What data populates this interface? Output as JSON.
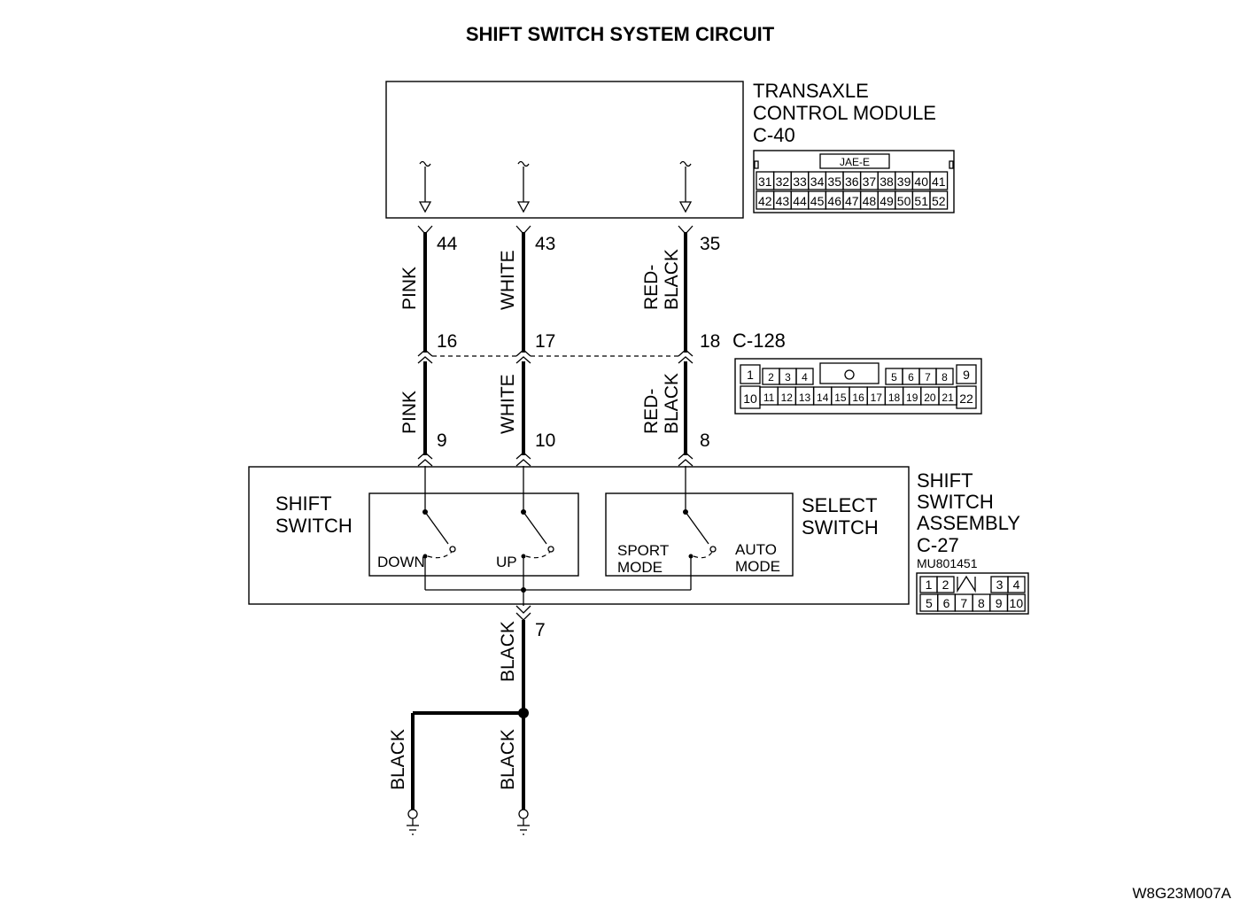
{
  "title": "SHIFT SWITCH SYSTEM CIRCUIT",
  "drawing_code": "W8G23M007A",
  "tcm": {
    "name_line1": "TRANSAXLE",
    "name_line2": "CONTROL MODULE",
    "connector": "C-40",
    "connector_type": "JAE-E",
    "pins_row1": [
      "31",
      "32",
      "33",
      "34",
      "35",
      "36",
      "37",
      "38",
      "39",
      "40",
      "41"
    ],
    "pins_row2": [
      "42",
      "43",
      "44",
      "45",
      "46",
      "47",
      "48",
      "49",
      "50",
      "51",
      "52"
    ]
  },
  "intermediate": {
    "connector": "C-128",
    "pins_row1": [
      "1",
      "2",
      "3",
      "4",
      "5",
      "6",
      "7",
      "8",
      "9"
    ],
    "pins_row2": [
      "10",
      "11",
      "12",
      "13",
      "14",
      "15",
      "16",
      "17",
      "18",
      "19",
      "20",
      "21",
      "22"
    ]
  },
  "wires": [
    {
      "color": "PINK",
      "tcm_pin": "44",
      "mid_pin_upper": "16",
      "mid_pin_lower": "9"
    },
    {
      "color": "WHITE",
      "tcm_pin": "43",
      "mid_pin_upper": "17",
      "mid_pin_lower": "10"
    },
    {
      "color_line1": "RED-",
      "color_line2": "BLACK",
      "tcm_pin": "35",
      "mid_pin_upper": "18",
      "mid_pin_lower": "8"
    }
  ],
  "assembly": {
    "name_line1": "SHIFT",
    "name_line2": "SWITCH",
    "name_line3": "ASSEMBLY",
    "connector": "C-27",
    "part_number": "MU801451",
    "shift_switch_line1": "SHIFT",
    "shift_switch_line2": "SWITCH",
    "select_switch_line1": "SELECT",
    "select_switch_line2": "SWITCH",
    "down": "DOWN",
    "up": "UP",
    "sport_line1": "SPORT",
    "sport_line2": "MODE",
    "auto_line1": "AUTO",
    "auto_line2": "MODE",
    "pins_row1": [
      "1",
      "2",
      "3",
      "4"
    ],
    "pins_row2": [
      "5",
      "6",
      "7",
      "8",
      "9",
      "10"
    ]
  },
  "ground": {
    "pin": "7",
    "wire_color": "BLACK",
    "branch_left_color": "BLACK",
    "branch_right_color": "BLACK"
  }
}
